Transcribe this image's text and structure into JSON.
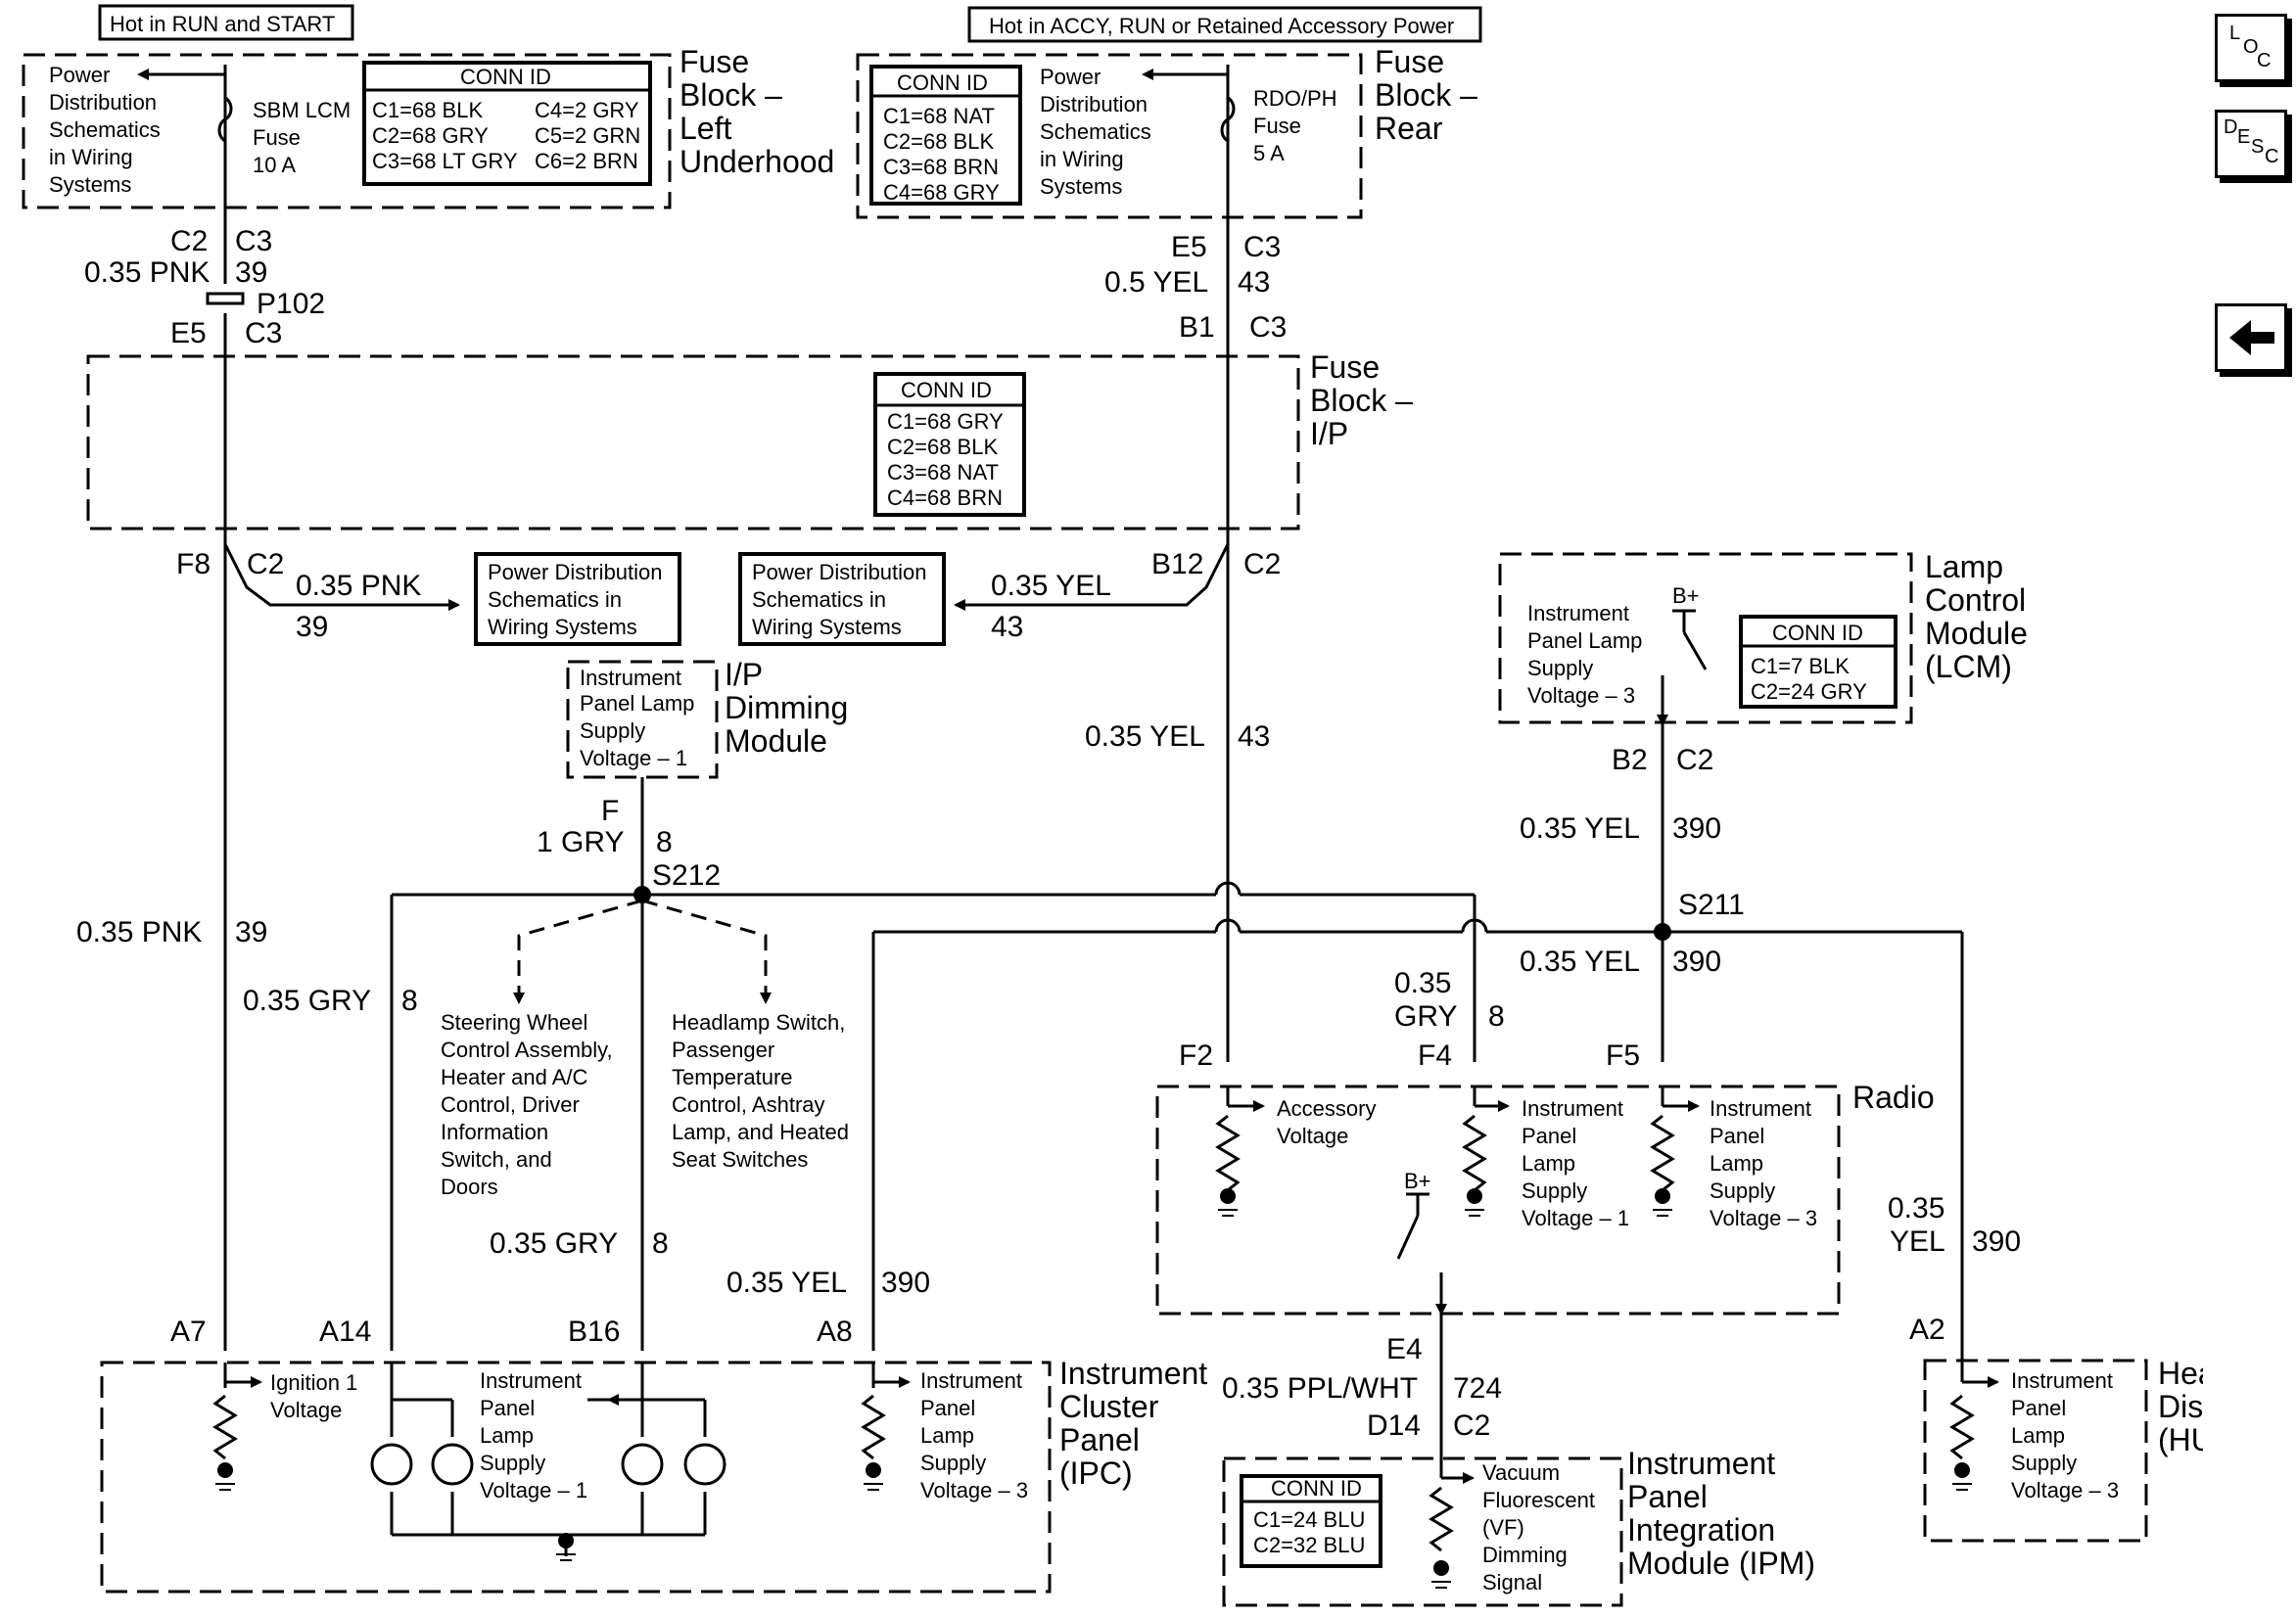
{
  "nav": {
    "loc": [
      "L",
      "O",
      "C"
    ],
    "desc": [
      "D",
      "E",
      "S",
      "C"
    ],
    "back_arrow": "left-arrow-icon"
  },
  "top": {
    "hot_run_start": "Hot in RUN and START",
    "hot_accy": "Hot in ACCY, RUN or Retained Accessory Power"
  },
  "left_fuse_block": {
    "title": [
      "Fuse",
      "Block –",
      "Left",
      "Underhood"
    ],
    "power_dist": [
      "Power",
      "Distribution",
      "Schematics",
      "in Wiring",
      "Systems"
    ],
    "fuse": [
      "SBM LCM",
      "Fuse",
      "10 A"
    ],
    "conn_id_title": "CONN ID",
    "conn_id": [
      "C1=68 BLK",
      "C4=2 GRY",
      "C2=68 GRY",
      "C5=2 GRN",
      "C3=68 LT GRY",
      "C6=2 BRN"
    ]
  },
  "rear_fuse_block": {
    "title": [
      "Fuse",
      "Block –",
      "Rear"
    ],
    "power_dist": [
      "Power",
      "Distribution",
      "Schematics",
      "in Wiring",
      "Systems"
    ],
    "fuse": [
      "RDO/PH",
      "Fuse",
      "5 A"
    ],
    "conn_id_title": "CONN ID",
    "conn_id": [
      "C1=68 NAT",
      "C2=68 BLK",
      "C3=68 BRN",
      "C4=68 GRY"
    ]
  },
  "ip_fuse_block": {
    "title": [
      "Fuse",
      "Block –",
      "I/P"
    ],
    "conn_id_title": "CONN ID",
    "conn_id": [
      "C1=68 GRY",
      "C2=68 BLK",
      "C3=68 NAT",
      "C4=68 BRN"
    ]
  },
  "wires": {
    "c2_left": "C2",
    "c3_left": "C3",
    "pnk_left": "0.35 PNK",
    "num39a": "39",
    "p102": "P102",
    "e5_left": "E5",
    "c3_left2": "C3",
    "e5_right": "E5",
    "c3_right": "C3",
    "yel05": "0.5 YEL",
    "num43a": "43",
    "b1": "B1",
    "c3_right2": "C3",
    "f8": "F8",
    "c2_f8": "C2",
    "pnk_branch": "0.35 PNK",
    "num39b": "39",
    "pd_left": [
      "Power Distribution",
      "Schematics in",
      "Wiring Systems"
    ],
    "pd_right": [
      "Power Distribution",
      "Schematics in",
      "Wiring Systems"
    ],
    "yel_branch": "0.35 YEL",
    "num43b": "43",
    "b12": "B12",
    "c2_b12": "C2",
    "yel_main": "0.35 YEL",
    "num43c": "43",
    "f_pin": "F",
    "gry1": "1 GRY",
    "num8a": "8",
    "s212": "S212",
    "pnk_long": "0.35 PNK",
    "num39c": "39",
    "gry_left": "0.35 GRY",
    "num8b": "8",
    "gry_mid": "0.35 GRY",
    "num8c": "8",
    "yel_390a": "0.35 YEL",
    "num390a": "390",
    "gry_f4a": "0.35",
    "gry_f4b": "GRY",
    "num8d": "8",
    "yel_s211": "0.35 YEL",
    "num390b": "390",
    "yel_lcm": "0.35 YEL",
    "num390c": "390",
    "s211": "S211",
    "b2": "B2",
    "c2_b2": "C2",
    "yel_hud_a": "0.35",
    "yel_hud_b": "YEL",
    "num390d": "390",
    "f2": "F2",
    "f4": "F4",
    "f5": "F5",
    "e4": "E4",
    "ppl": "0.35 PPL/WHT",
    "num724": "724",
    "d14": "D14",
    "c2_d14": "C2",
    "a7": "A7",
    "a14": "A14",
    "b16": "B16",
    "a8": "A8",
    "a2": "A2"
  },
  "dimming": {
    "title": [
      "I/P",
      "Dimming",
      "Module"
    ],
    "label": [
      "Instrument",
      "Panel Lamp",
      "Supply",
      "Voltage – 1"
    ]
  },
  "branch_left": [
    "Steering Wheel",
    "Control Assembly,",
    "Heater and A/C",
    "Control, Driver",
    "Information",
    "Switch, and",
    "Doors"
  ],
  "branch_right": [
    "Headlamp Switch,",
    "Passenger",
    "Temperature",
    "Control, Ashtray",
    "Lamp, and Heated",
    "Seat Switches"
  ],
  "lcm": {
    "title": [
      "Lamp",
      "Control",
      "Module",
      "(LCM)"
    ],
    "label": [
      "Instrument",
      "Panel Lamp",
      "Supply",
      "Voltage – 3"
    ],
    "bplus": "B+",
    "conn_id_title": "CONN ID",
    "conn_id": [
      "C1=7 BLK",
      "C2=24 GRY"
    ]
  },
  "radio": {
    "title": "Radio",
    "acc": [
      "Accessory",
      "Voltage"
    ],
    "ipl1": [
      "Instrument",
      "Panel",
      "Lamp",
      "Supply",
      "Voltage – 1"
    ],
    "ipl3": [
      "Instrument",
      "Panel",
      "Lamp",
      "Supply",
      "Voltage – 3"
    ],
    "bplus": "B+"
  },
  "ipc": {
    "title": [
      "Instrument",
      "Cluster",
      "Panel",
      "(IPC)"
    ],
    "ign": [
      "Ignition 1",
      "Voltage"
    ],
    "ipl1": [
      "Instrument",
      "Panel",
      "Lamp",
      "Supply",
      "Voltage – 1"
    ],
    "ipl3": [
      "Instrument",
      "Panel",
      "Lamp",
      "Supply",
      "Voltage – 3"
    ]
  },
  "ipm": {
    "title": [
      "Instrument",
      "Panel",
      "Integration",
      "Module (IPM)"
    ],
    "conn_id_title": "CONN ID",
    "conn_id": [
      "C1=24 BLU",
      "C2=32 BLU"
    ],
    "vf": [
      "Vacuum",
      "Fluorescent",
      "(VF)",
      "Dimming",
      "Signal"
    ]
  },
  "hud": {
    "title": [
      "Head–Up",
      "Display",
      "(HUD)"
    ],
    "label": [
      "Instrument",
      "Panel",
      "Lamp",
      "Supply",
      "Voltage – 3"
    ]
  }
}
